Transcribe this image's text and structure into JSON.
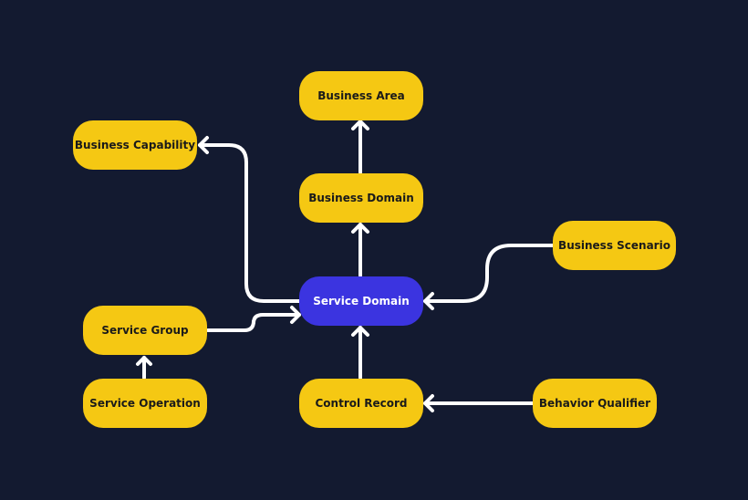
{
  "diagram": {
    "colors": {
      "background": "#131a30",
      "node_fill": "#f5c813",
      "node_text": "#1a1a1a",
      "primary_fill": "#3b34e0",
      "primary_text": "#ffffff",
      "edge": "#ffffff"
    },
    "nodes": {
      "business_area": "Business Area",
      "business_capability": "Business Capability",
      "business_domain": "Business Domain",
      "business_scenario": "Business Scenario",
      "service_domain": "Service Domain",
      "service_group": "Service Group",
      "service_operation": "Service Operation",
      "control_record": "Control Record",
      "behavior_qualifier": "Behavior Qualifier"
    },
    "edges": [
      {
        "from": "Business Domain",
        "to": "Business Area"
      },
      {
        "from": "Service Domain",
        "to": "Business Domain"
      },
      {
        "from": "Service Domain",
        "to": "Business Capability"
      },
      {
        "from": "Business Scenario",
        "to": "Service Domain"
      },
      {
        "from": "Service Group",
        "to": "Service Domain"
      },
      {
        "from": "Service Operation",
        "to": "Service Group"
      },
      {
        "from": "Control Record",
        "to": "Service Domain"
      },
      {
        "from": "Behavior Qualifier",
        "to": "Control Record"
      }
    ]
  }
}
